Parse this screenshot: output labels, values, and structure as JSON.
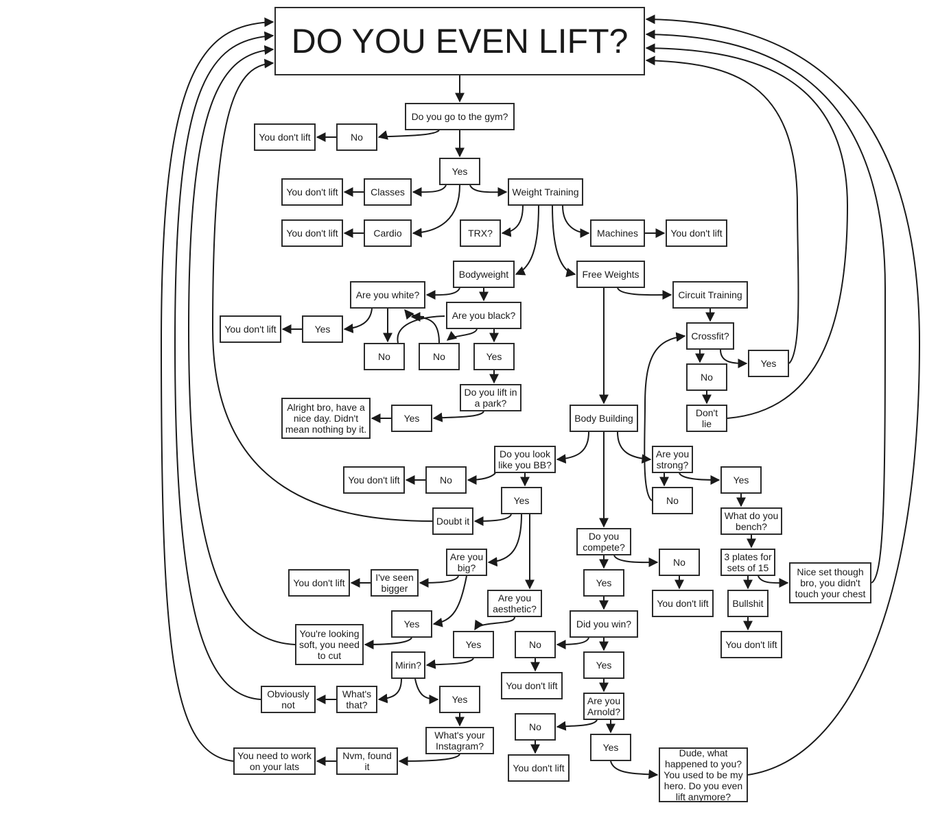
{
  "diagram": {
    "nodes": [
      {
        "id": "title",
        "label": "DO YOU EVEN LIFT?"
      },
      {
        "id": "gym",
        "label": "Do you go to the gym?"
      },
      {
        "id": "gym_no",
        "label": "No"
      },
      {
        "id": "gym_no_dl",
        "label": "You don't lift"
      },
      {
        "id": "gym_yes",
        "label": "Yes"
      },
      {
        "id": "classes",
        "label": "Classes"
      },
      {
        "id": "classes_dl",
        "label": "You don't lift"
      },
      {
        "id": "cardio",
        "label": "Cardio"
      },
      {
        "id": "cardio_dl",
        "label": "You don't lift"
      },
      {
        "id": "weight",
        "label": "Weight Training"
      },
      {
        "id": "trx",
        "label": "TRX?"
      },
      {
        "id": "machines",
        "label": "Machines"
      },
      {
        "id": "machines_dl",
        "label": "You don't lift"
      },
      {
        "id": "bodyweight",
        "label": "Bodyweight"
      },
      {
        "id": "free",
        "label": "Free Weights"
      },
      {
        "id": "white",
        "label": "Are you white?"
      },
      {
        "id": "white_yes",
        "label": "Yes"
      },
      {
        "id": "white_dl",
        "label": "You don't lift"
      },
      {
        "id": "black",
        "label": "Are you black?"
      },
      {
        "id": "white_no",
        "label": "No"
      },
      {
        "id": "black_no",
        "label": "No"
      },
      {
        "id": "black_yes",
        "label": "Yes"
      },
      {
        "id": "park",
        "label": "Do you lift in a park?"
      },
      {
        "id": "park_yes",
        "label": "Yes"
      },
      {
        "id": "alright",
        "label": "Alright bro, have a nice day. Didn't mean nothing by it."
      },
      {
        "id": "circuit",
        "label": "Circuit Training"
      },
      {
        "id": "crossfit",
        "label": "Crossfit?"
      },
      {
        "id": "cf_yes",
        "label": "Yes"
      },
      {
        "id": "cf_no",
        "label": "No"
      },
      {
        "id": "dontlie",
        "label": "Don't lie"
      },
      {
        "id": "bb",
        "label": "Body Building"
      },
      {
        "id": "lookbb",
        "label": "Do you look like you BB?"
      },
      {
        "id": "look_no",
        "label": "No"
      },
      {
        "id": "look_no_dl",
        "label": "You don't lift"
      },
      {
        "id": "look_yes",
        "label": "Yes"
      },
      {
        "id": "doubt",
        "label": "Doubt it"
      },
      {
        "id": "big",
        "label": "Are you big?"
      },
      {
        "id": "seen",
        "label": "I've seen bigger"
      },
      {
        "id": "seen_dl",
        "label": "You don't lift"
      },
      {
        "id": "big_yes",
        "label": "Yes"
      },
      {
        "id": "soft",
        "label": "You're looking soft, you need to cut"
      },
      {
        "id": "aesthetic",
        "label": "Are you aesthetic?"
      },
      {
        "id": "aes_yes",
        "label": "Yes"
      },
      {
        "id": "mirin",
        "label": "Mirin?"
      },
      {
        "id": "whats",
        "label": "What's that?"
      },
      {
        "id": "obviously",
        "label": "Obviously not"
      },
      {
        "id": "mirin_yes",
        "label": "Yes"
      },
      {
        "id": "insta",
        "label": "What's your Instagram?"
      },
      {
        "id": "nvm",
        "label": "Nvm, found it"
      },
      {
        "id": "lats",
        "label": "You need to work on your lats"
      },
      {
        "id": "strong",
        "label": "Are you strong?"
      },
      {
        "id": "strong_no",
        "label": "No"
      },
      {
        "id": "strong_yes",
        "label": "Yes"
      },
      {
        "id": "bench",
        "label": "What do you bench?"
      },
      {
        "id": "plates",
        "label": "3 plates for sets of 15"
      },
      {
        "id": "niceset",
        "label": "Nice set though bro, you didn't touch your chest"
      },
      {
        "id": "bullshit",
        "label": "Bullshit"
      },
      {
        "id": "bull_dl",
        "label": "You don't lift"
      },
      {
        "id": "compete",
        "label": "Do you compete?"
      },
      {
        "id": "comp_no",
        "label": "No"
      },
      {
        "id": "comp_no_dl",
        "label": "You don't lift"
      },
      {
        "id": "comp_yes",
        "label": "Yes"
      },
      {
        "id": "win",
        "label": "Did you win?"
      },
      {
        "id": "win_no",
        "label": "No"
      },
      {
        "id": "win_no_dl",
        "label": "You don't lift"
      },
      {
        "id": "win_yes",
        "label": "Yes"
      },
      {
        "id": "arnold",
        "label": "Are you Arnold?"
      },
      {
        "id": "arn_no",
        "label": "No"
      },
      {
        "id": "arn_no_dl",
        "label": "You don't lift"
      },
      {
        "id": "arn_yes",
        "label": "Yes"
      },
      {
        "id": "dude",
        "label": "Dude, what happened to you? You used to be my hero. Do you even lift anymore?"
      }
    ],
    "edges": [
      [
        "title",
        "gym"
      ],
      [
        "gym",
        "gym_no"
      ],
      [
        "gym_no",
        "gym_no_dl"
      ],
      [
        "gym",
        "gym_yes"
      ],
      [
        "gym_yes",
        "classes"
      ],
      [
        "classes",
        "classes_dl"
      ],
      [
        "gym_yes",
        "cardio"
      ],
      [
        "cardio",
        "cardio_dl"
      ],
      [
        "gym_yes",
        "weight"
      ],
      [
        "weight",
        "trx"
      ],
      [
        "weight",
        "machines"
      ],
      [
        "machines",
        "machines_dl"
      ],
      [
        "weight",
        "bodyweight"
      ],
      [
        "weight",
        "free"
      ],
      [
        "bodyweight",
        "white"
      ],
      [
        "bodyweight",
        "black"
      ],
      [
        "white",
        "white_yes"
      ],
      [
        "white_yes",
        "white_dl"
      ],
      [
        "white",
        "white_no"
      ],
      [
        "white_no",
        "white"
      ],
      [
        "black_no",
        "black"
      ],
      [
        "black",
        "black_no"
      ],
      [
        "black",
        "black_yes"
      ],
      [
        "black_yes",
        "park"
      ],
      [
        "park",
        "park_yes"
      ],
      [
        "park_yes",
        "alright"
      ],
      [
        "free",
        "circuit"
      ],
      [
        "circuit",
        "crossfit"
      ],
      [
        "crossfit",
        "cf_yes"
      ],
      [
        "crossfit",
        "cf_no"
      ],
      [
        "cf_no",
        "dontlie"
      ],
      [
        "cf_yes",
        "title"
      ],
      [
        "dontlie",
        "title"
      ],
      [
        "free",
        "bb"
      ],
      [
        "bb",
        "lookbb"
      ],
      [
        "lookbb",
        "look_no"
      ],
      [
        "look_no",
        "look_no_dl"
      ],
      [
        "lookbb",
        "look_yes"
      ],
      [
        "look_yes",
        "doubt"
      ],
      [
        "doubt",
        "title"
      ],
      [
        "look_yes",
        "big"
      ],
      [
        "look_yes",
        "aesthetic"
      ],
      [
        "big",
        "seen"
      ],
      [
        "seen",
        "seen_dl"
      ],
      [
        "big",
        "big_yes"
      ],
      [
        "big_yes",
        "soft"
      ],
      [
        "soft",
        "title"
      ],
      [
        "aesthetic",
        "aes_yes"
      ],
      [
        "aes_yes",
        "mirin"
      ],
      [
        "mirin",
        "whats"
      ],
      [
        "whats",
        "obviously"
      ],
      [
        "obviously",
        "title"
      ],
      [
        "mirin",
        "mirin_yes"
      ],
      [
        "mirin_yes",
        "insta"
      ],
      [
        "insta",
        "nvm"
      ],
      [
        "nvm",
        "lats"
      ],
      [
        "lats",
        "title"
      ],
      [
        "bb",
        "strong"
      ],
      [
        "strong",
        "strong_no"
      ],
      [
        "strong_no",
        "crossfit"
      ],
      [
        "strong",
        "strong_yes"
      ],
      [
        "strong_yes",
        "bench"
      ],
      [
        "bench",
        "plates"
      ],
      [
        "plates",
        "niceset"
      ],
      [
        "plates",
        "bullshit"
      ],
      [
        "bullshit",
        "bull_dl"
      ],
      [
        "niceset",
        "title"
      ],
      [
        "bb",
        "compete"
      ],
      [
        "compete",
        "comp_no"
      ],
      [
        "comp_no",
        "comp_no_dl"
      ],
      [
        "compete",
        "comp_yes"
      ],
      [
        "comp_yes",
        "win"
      ],
      [
        "win",
        "win_no"
      ],
      [
        "win_no",
        "win_no_dl"
      ],
      [
        "win",
        "win_yes"
      ],
      [
        "win_yes",
        "arnold"
      ],
      [
        "arnold",
        "arn_no"
      ],
      [
        "arn_no",
        "arn_no_dl"
      ],
      [
        "arnold",
        "arn_yes"
      ],
      [
        "arn_yes",
        "dude"
      ],
      [
        "dude",
        "title"
      ]
    ]
  }
}
